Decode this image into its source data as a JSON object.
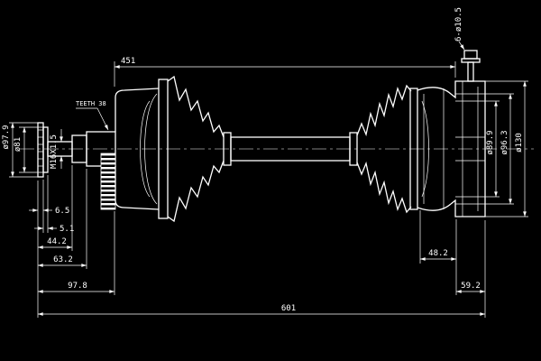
{
  "drawing": {
    "subject": "cv-axle-drive-shaft-engineering-drawing",
    "background_color": "#000000",
    "line_color": "#ffffff"
  },
  "annotations": {
    "teeth": "TEETH 38",
    "thread": "M16X1.5",
    "bolt_pattern": "6-ø10.5"
  },
  "diameters": {
    "left_flange": "ø97.9",
    "left_hub": "ø81",
    "right_bore": "ø89.9",
    "right_pilot": "ø96.3",
    "right_flange": "ø130"
  },
  "lengths": {
    "total": "601",
    "shaft": "451",
    "left_a": "6.5",
    "left_b": "5.1",
    "left_c": "44.2",
    "left_d": "63.2",
    "left_e": "97.8",
    "right_a": "48.2",
    "right_b": "59.2"
  }
}
